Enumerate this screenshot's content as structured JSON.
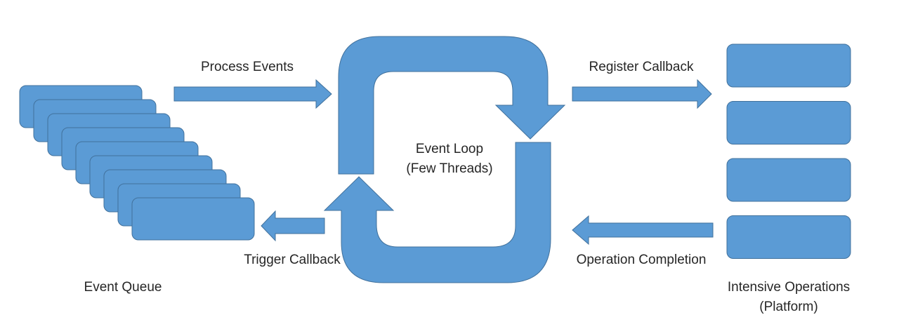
{
  "labels": {
    "process_events": "Process Events",
    "register_callback": "Register Callback",
    "event_loop_line1": "Event Loop",
    "event_loop_line2": "(Few Threads)",
    "trigger_callback": "Trigger Callback",
    "operation_completion": "Operation Completion",
    "event_queue": "Event Queue",
    "intensive_operations_line1": "Intensive Operations",
    "intensive_operations_line2": "(Platform)"
  },
  "event_queue": {
    "item_count": 9
  },
  "intensive_operations": {
    "block_count": 4
  },
  "colors": {
    "shape_fill": "#5b9bd5",
    "shape_stroke": "#41719c",
    "text": "#262626"
  }
}
